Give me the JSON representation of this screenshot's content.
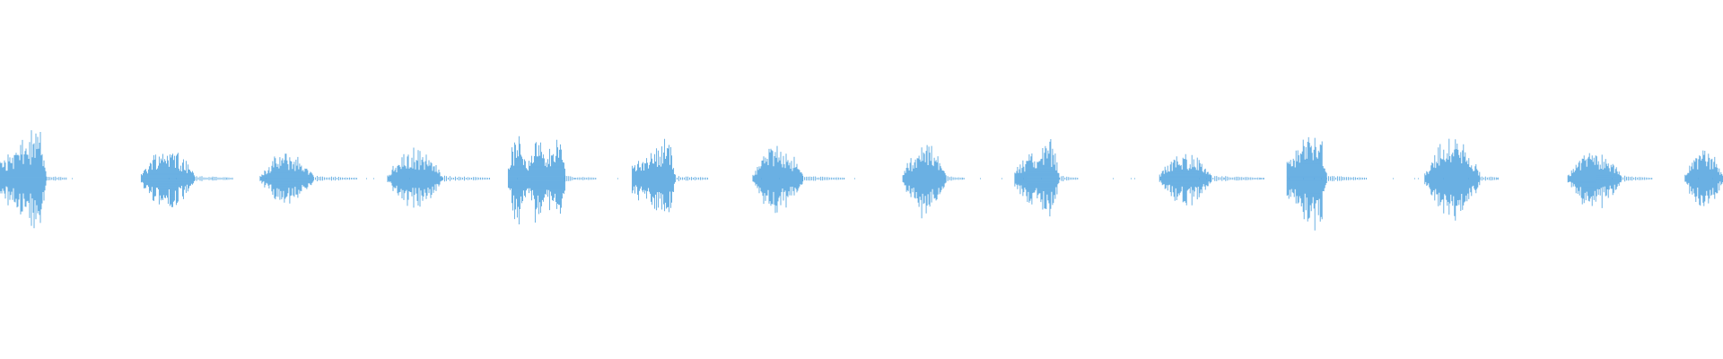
{
  "waveform": {
    "color": "#5aa8e0",
    "background": "#ffffff",
    "bursts": [
      {
        "onset": 0.0,
        "duration": 0.027,
        "peak": 0.34,
        "shape": "rise-drop"
      },
      {
        "onset": 0.082,
        "duration": 0.031,
        "peak": 0.22,
        "shape": "hump"
      },
      {
        "onset": 0.151,
        "duration": 0.031,
        "peak": 0.17,
        "shape": "hump"
      },
      {
        "onset": 0.225,
        "duration": 0.032,
        "peak": 0.19,
        "shape": "hump"
      },
      {
        "onset": 0.295,
        "duration": 0.033,
        "peak": 0.28,
        "shape": "spiky"
      },
      {
        "onset": 0.367,
        "duration": 0.025,
        "peak": 0.29,
        "shape": "rise-drop"
      },
      {
        "onset": 0.437,
        "duration": 0.029,
        "peak": 0.23,
        "shape": "hump"
      },
      {
        "onset": 0.524,
        "duration": 0.025,
        "peak": 0.24,
        "shape": "hump"
      },
      {
        "onset": 0.589,
        "duration": 0.026,
        "peak": 0.26,
        "shape": "rise-drop"
      },
      {
        "onset": 0.673,
        "duration": 0.03,
        "peak": 0.18,
        "shape": "hump"
      },
      {
        "onset": 0.747,
        "duration": 0.023,
        "peak": 0.36,
        "shape": "rise-drop"
      },
      {
        "onset": 0.827,
        "duration": 0.032,
        "peak": 0.27,
        "shape": "hump"
      },
      {
        "onset": 0.91,
        "duration": 0.031,
        "peak": 0.2,
        "shape": "hump"
      },
      {
        "onset": 0.978,
        "duration": 0.022,
        "peak": 0.2,
        "shape": "hump"
      }
    ]
  }
}
